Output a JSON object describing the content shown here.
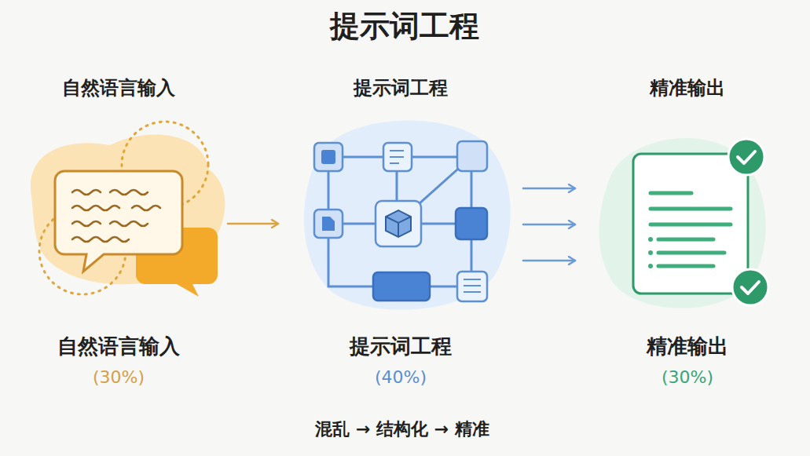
{
  "diagram": {
    "title": "提示词工程",
    "caption": "混乱 → 结构化 → 精准",
    "nodes": [
      {
        "text": [
          "自然语言输入"
        ]
      },
      {
        "text": [
          "提示词工程"
        ]
      },
      {
        "text": [
          "精准输出"
        ]
      }
    ],
    "edges": [
      {
        "from": 0,
        "to": 1,
        "arrow": "to"
      },
      {
        "from": 1,
        "to": 2,
        "arrow": "to"
      },
      {
        "from": 1,
        "to": 2,
        "arrow": "to"
      },
      {
        "from": 1,
        "to": 2,
        "arrow": "to"
      }
    ],
    "labels": [
      "自然语言输入",
      "(30%)",
      "提示词工程",
      "(40%)",
      "精准输出",
      "(30%)"
    ]
  }
}
